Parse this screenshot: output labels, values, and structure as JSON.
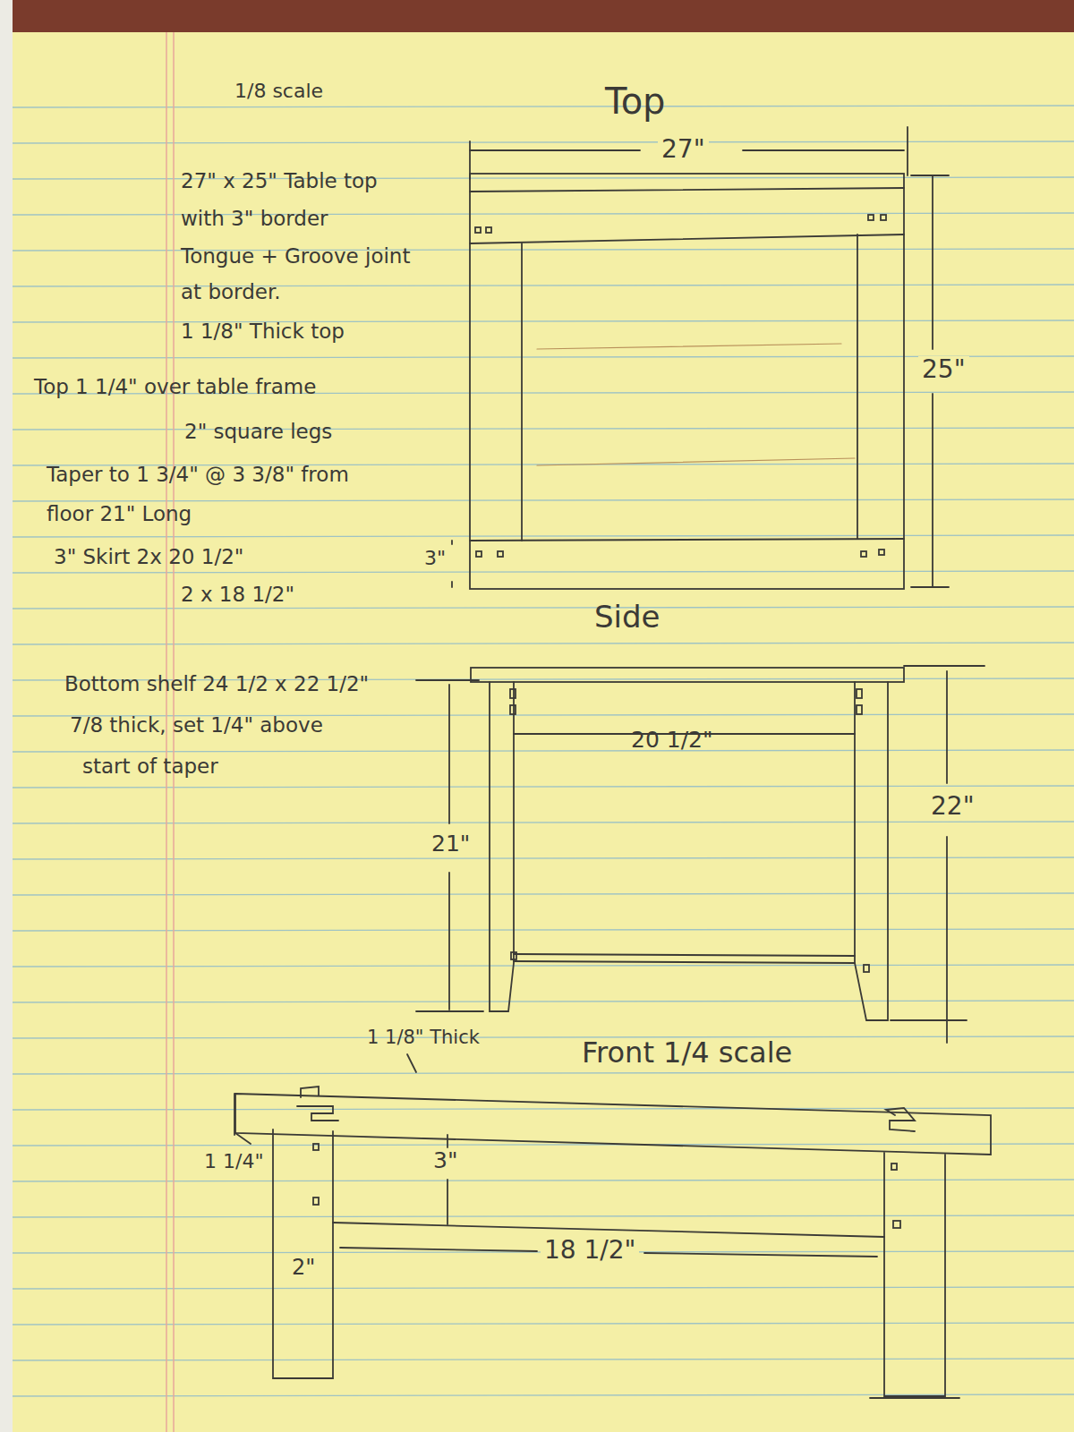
{
  "diagram": {
    "labels": [
      "1/8 scale",
      "Top",
      "27\"",
      "27\" x 25\" Table top",
      "with 3\" border",
      "Tongue + Groove joint",
      "at border.",
      "1 1/8\" Thick top",
      "Top 1 1/4\" over table frame",
      "2\" square legs",
      "Taper to 1 3/4\" @ 3 3/8\" from",
      "floor 21\" Long",
      "3\" Skirt 2x 20 1/2\"",
      "2 x 18 1/2\"",
      "25\"",
      "3\"",
      "Side",
      "Bottom shelf 24 1/2 x 22 1/2\"",
      "7/8 thick, set 1/4\" above",
      "start of taper",
      "20 1/2\"",
      "21\"",
      "22\"",
      "1 1/8\" Thick",
      "Front 1/4 scale",
      "1 1/4\"",
      "3\"",
      "18 1/2\"",
      "2\""
    ]
  }
}
